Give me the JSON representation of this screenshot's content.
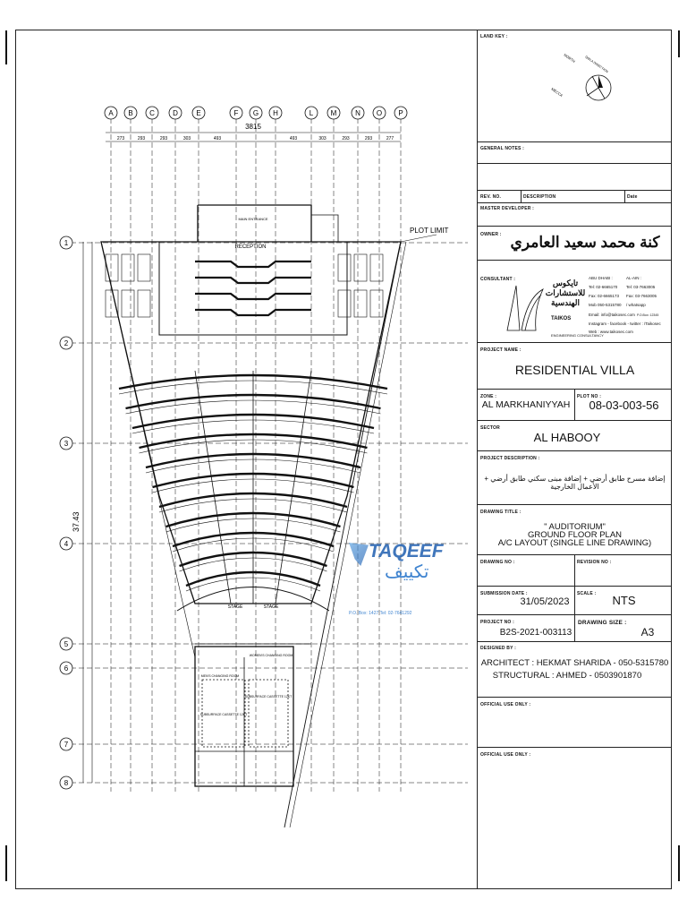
{
  "drawing": {
    "grid_columns": [
      "A",
      "B",
      "C",
      "D",
      "E",
      "F",
      "G",
      "H",
      "L",
      "M",
      "N",
      "O",
      "P"
    ],
    "grid_rows": [
      "1",
      "2",
      "3",
      "4",
      "5",
      "6",
      "7",
      "8"
    ],
    "overall_dimension": "3815",
    "top_dimensions": [
      "273",
      "293",
      "293",
      "303",
      "493",
      "",
      "",
      "493",
      "303",
      "293",
      "293",
      "277"
    ],
    "side_dimension": "37.43",
    "plot_limit": "PLOT LIMIT",
    "reception": "RECEPTION",
    "main_entrance": "MAIN ENTRANCE",
    "stage_left": "STAGE",
    "stage_right": "STAGE",
    "mens_room": "MEN'S CHANGING ROOM",
    "womens_room": "WOMEN'S CHANGING ROOM",
    "unit_left": "SUBSURFACE CASSETTE 12KT",
    "unit_right": "SUBSURFACE CASSETTE 12KT",
    "watermark_en": "TAQEEF",
    "watermark_ar": "تكييف",
    "watermark_sub": "P.O. Box: 1427 Tel: 02-7641292"
  },
  "title_block": {
    "key_plan": {
      "label": "LAND KEY :",
      "north": "NORTH",
      "mecca": "MECCA",
      "qibla": "QIBLA DIRECTION"
    },
    "general_notes": {
      "label": "GENERAL NOTES :"
    },
    "revision": {
      "rev_label": "REV. NO.",
      "desc_label": "DESCRIPTION",
      "date_label": "Date"
    },
    "master_developer": {
      "label": "MASTER DEVELOPER :"
    },
    "owner": {
      "label": "OWNER :",
      "value": "كنة محمد سعيد العامري"
    },
    "consultant": {
      "label": "CONSULTANT :",
      "name_ar": "تايكوس للاستشارات الهندسية",
      "name_en": "TAIKOS",
      "tagline": "ENGINEERING CONSULTANCY",
      "abu_dhabi": "ABU DHABI :",
      "ad_tel": "Tel: 02-6665170",
      "ad_fax": "Fax: 02-6665173",
      "ad_mob": "Mob 050-5315780",
      "al_ain": "AL-AIN :",
      "aa_tel": "Tel: 03-7663005",
      "aa_fax": "Fax: 03-7663005",
      "aa_whatsapp": "/ whatsapp",
      "email": "Email: info@taikosec.com",
      "pobox": "P.O.Box: 12345",
      "social": "Instagram - facebook - twitter : /Taikosec",
      "web": "Web : www.taikosec.com"
    },
    "project_name": {
      "label": "PROJECT NAME :",
      "value": "RESIDENTIAL VILLA"
    },
    "zone": {
      "label": "ZONE :",
      "value": "AL MARKHANIYYAH"
    },
    "plot": {
      "label": "PLOT NO :",
      "value": "08-03-003-56"
    },
    "sector": {
      "label": "SECTOR",
      "value": "AL HABOOY"
    },
    "project_description": {
      "label": "PROJECT DESCRIPTION :",
      "value": "إضافة مسرح طابق أرضي + إضافة مبنى سكني طابق أرضي + الأعمال الخارجية"
    },
    "drawing_title": {
      "label": "DRAWING TITLE :",
      "line1": "\" AUDITORIUM\"",
      "line2": "GROUND FLOOR PLAN",
      "line3": "A/C LAYOUT (SINGLE LINE DRAWING)"
    },
    "drawing_no": {
      "label": "DRAWING NO :"
    },
    "revision_no": {
      "label": "REVISION NO :"
    },
    "submission_date": {
      "label": "SUBMISSION DATE :",
      "value": "31/05/2023"
    },
    "scale": {
      "label": "SCALE :",
      "value": "NTS"
    },
    "project_no": {
      "label": "PROJECT NO :",
      "value": "B2S-2021-003113"
    },
    "drawing_size": {
      "label": "DRAWING SIZE :",
      "value": "A3"
    },
    "designed_by": {
      "label": "DESIGNED BY :",
      "architect": "ARCHITECT : HEKMAT SHARIDA - 050-5315780",
      "structural": "STRUCTURAL : AHMED - 0503901870"
    },
    "official_1": {
      "label": "OFFICIAL USE ONLY :"
    },
    "official_2": {
      "label": "OFFICIAL USE ONLY :"
    }
  }
}
